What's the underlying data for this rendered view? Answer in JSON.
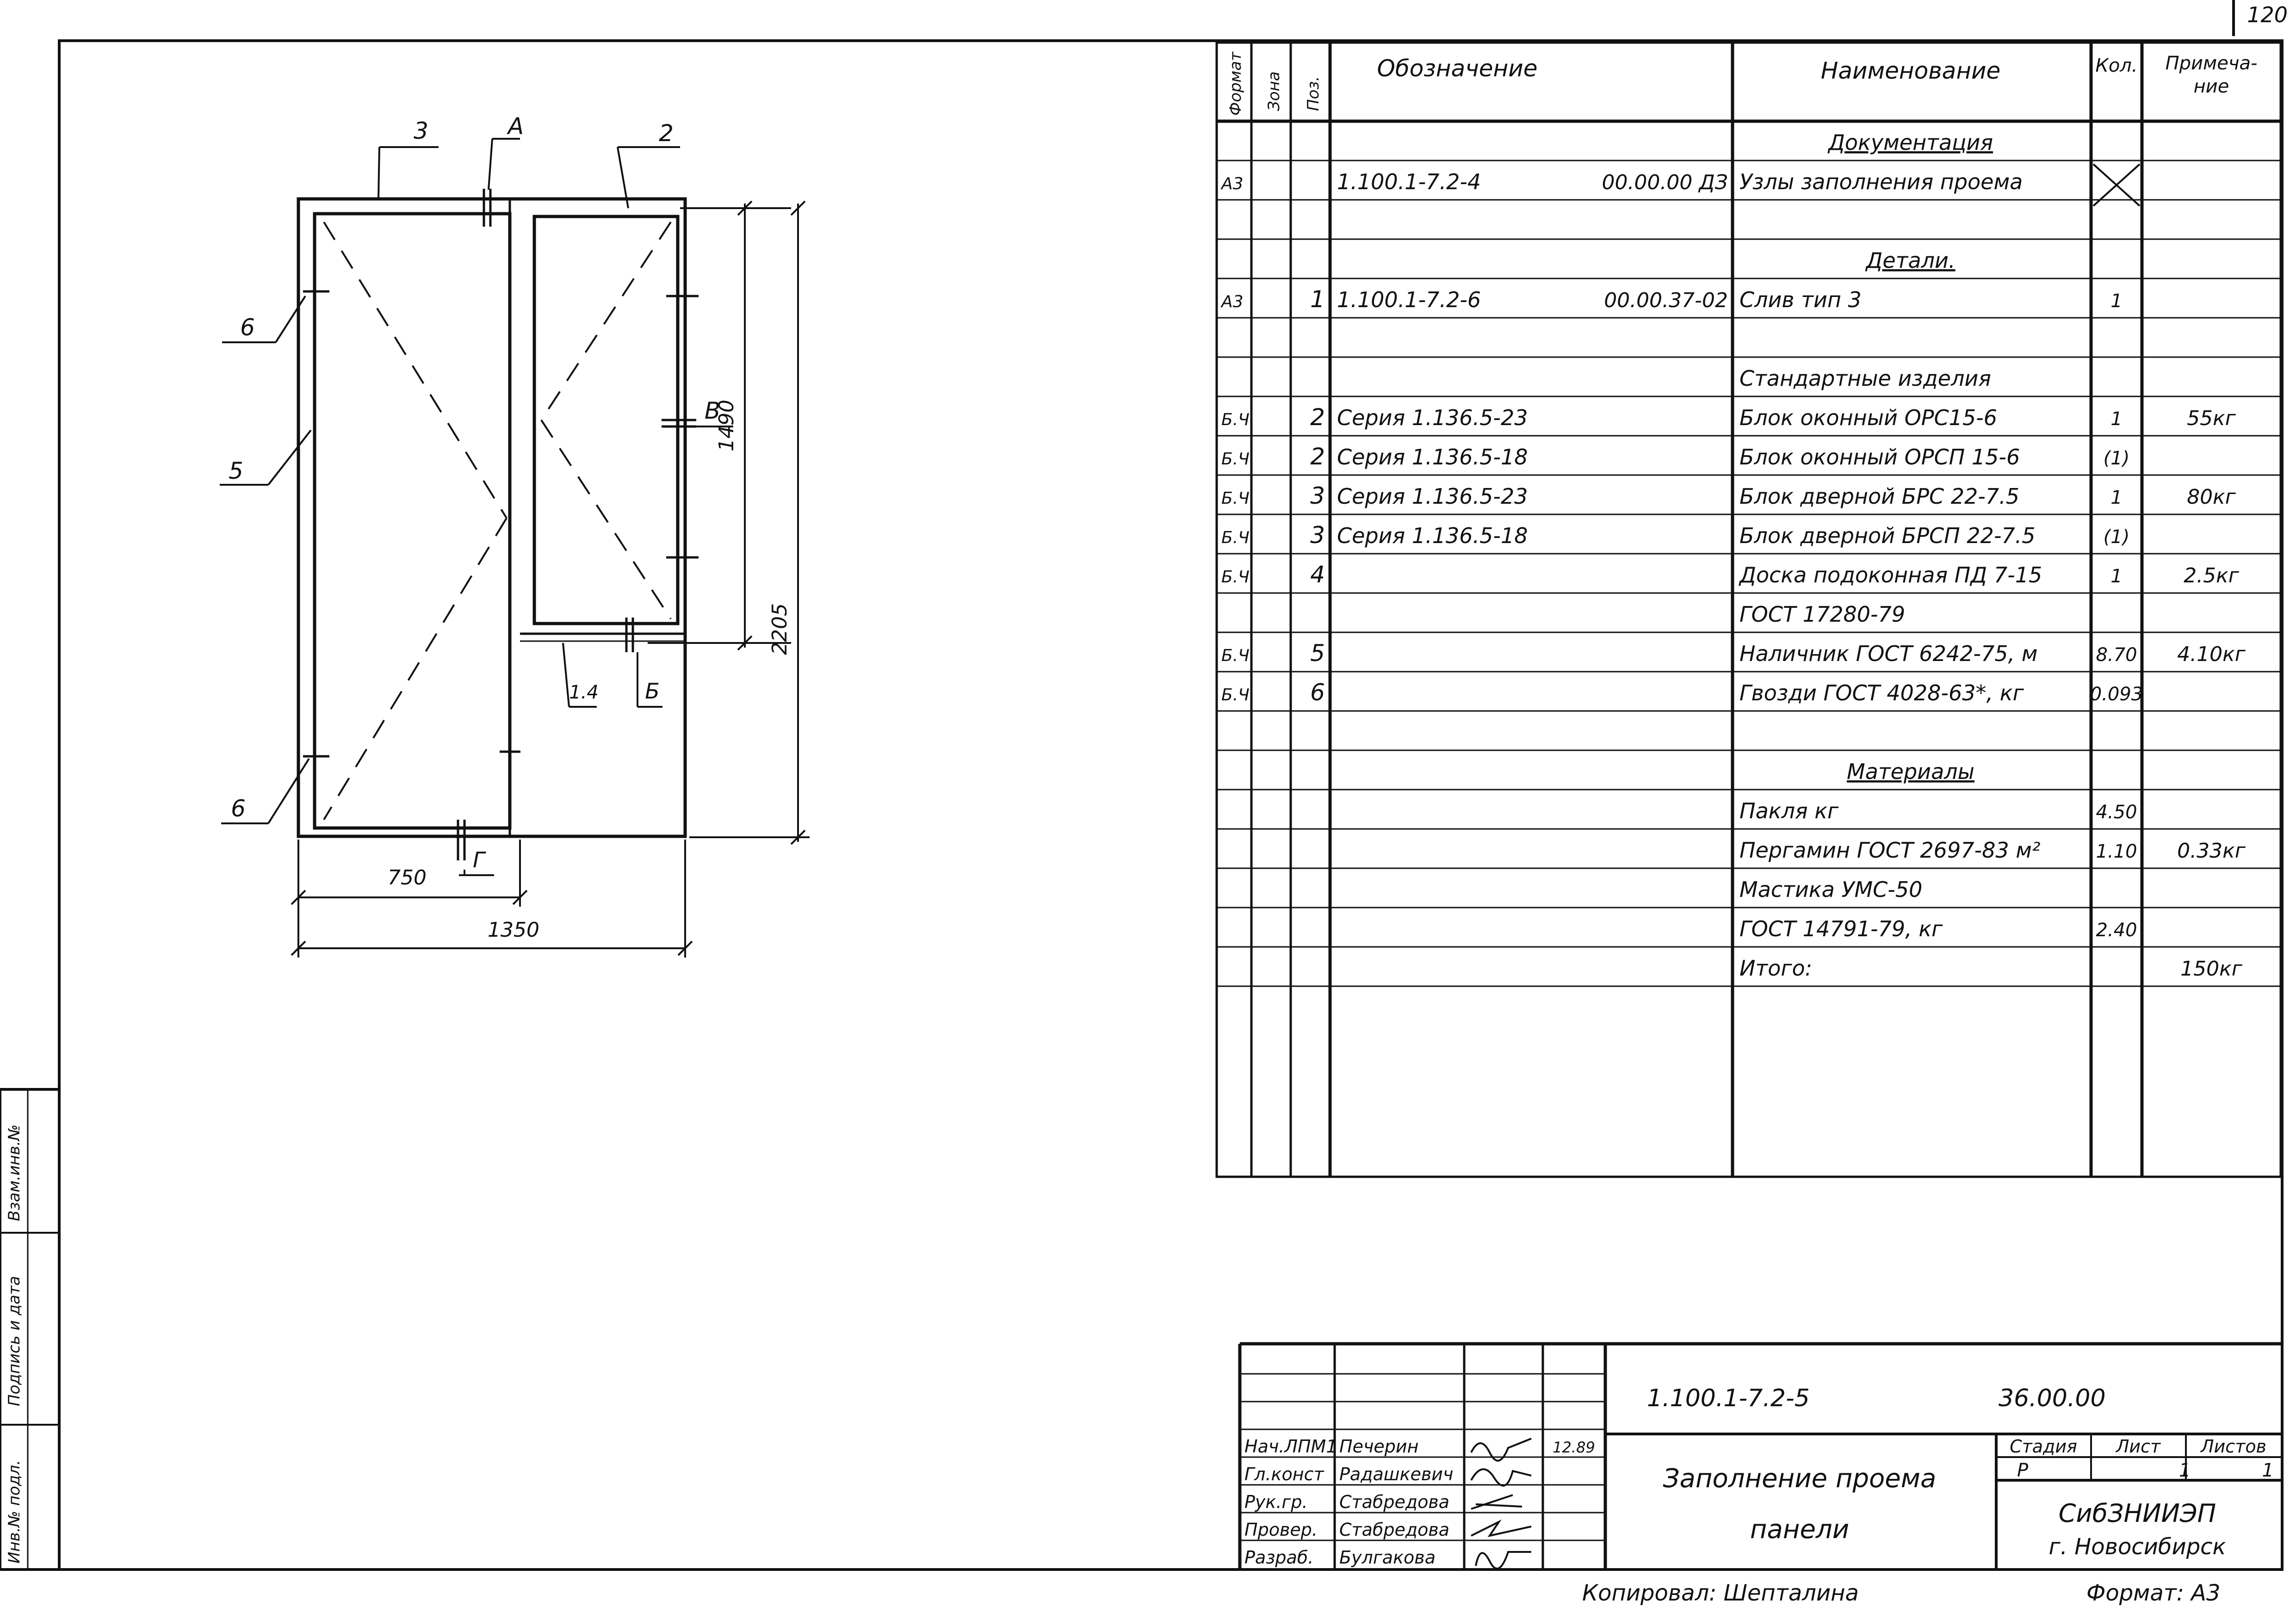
{
  "page_number": "120",
  "drawing": {
    "dim_width_left": "750",
    "dim_width_total": "1350",
    "dim_height_window": "1490",
    "dim_height_total": "2205",
    "callouts": {
      "c3": "3",
      "cA": "A",
      "c2": "2",
      "c6_top": "6",
      "c5": "5",
      "c6_bottom": "6",
      "cB": "В",
      "c14": "1.4",
      "cB2": "Б",
      "cG": "Г"
    }
  },
  "spec": {
    "headers": {
      "format": "Формат",
      "zone": "Зона",
      "pos": "Поз.",
      "designation": "Обозначение",
      "name": "Наименование",
      "qty": "Кол.",
      "note_line1": "Примеча-",
      "note_line2": "ние"
    },
    "rows": [
      {
        "format": "",
        "pos": "",
        "designation": "",
        "code": "",
        "name": "Документация",
        "qty": "",
        "note": "",
        "section": true
      },
      {
        "format": "A3",
        "pos": "",
        "designation": "1.100.1-7.2-4",
        "code": "00.00.00 ДЗ",
        "name": "Узлы заполнения проема",
        "qty": "",
        "note": "",
        "crossed": true
      },
      {
        "format": "",
        "pos": "",
        "designation": "",
        "code": "",
        "name": "",
        "qty": "",
        "note": ""
      },
      {
        "format": "",
        "pos": "",
        "designation": "",
        "code": "",
        "name": "Детали.",
        "qty": "",
        "note": "",
        "section": true
      },
      {
        "format": "A3",
        "pos": "1",
        "designation": "1.100.1-7.2-6",
        "code": "00.00.37-02",
        "name": "Слив тип 3",
        "qty": "1",
        "note": ""
      },
      {
        "format": "",
        "pos": "",
        "designation": "",
        "code": "",
        "name": "",
        "qty": "",
        "note": ""
      },
      {
        "format": "",
        "pos": "",
        "designation": "",
        "code": "",
        "name": "Стандартные изделия",
        "qty": "",
        "note": ""
      },
      {
        "format": "Б.Ч.",
        "pos": "2",
        "designation": "Серия 1.136.5-23",
        "code": "",
        "name": "Блок оконный ОРС15-6",
        "qty": "1",
        "note": "55кг"
      },
      {
        "format": "Б.Ч",
        "pos": "2",
        "designation": "Серия 1.136.5-18",
        "code": "",
        "name": "Блок оконный ОРСП 15-6",
        "qty": "(1)",
        "note": ""
      },
      {
        "format": "Б.Ч.",
        "pos": "3",
        "designation": "Серия 1.136.5-23",
        "code": "",
        "name": "Блок дверной БРС 22-7.5",
        "qty": "1",
        "note": "80кг"
      },
      {
        "format": "Б.Ч.",
        "pos": "3",
        "designation": "Серия 1.136.5-18",
        "code": "",
        "name": "Блок дверной БРСП 22-7.5",
        "qty": "(1)",
        "note": ""
      },
      {
        "format": "Б.Ч",
        "pos": "4",
        "designation": "",
        "code": "",
        "name": "Доска подоконная ПД 7-15",
        "qty": "1",
        "note": "2.5кг"
      },
      {
        "format": "",
        "pos": "",
        "designation": "",
        "code": "",
        "name": "ГОСТ 17280-79",
        "qty": "",
        "note": ""
      },
      {
        "format": "Б.Ч.",
        "pos": "5",
        "designation": "",
        "code": "",
        "name": "Наличник ГОСТ 6242-75, м",
        "qty": "8.70",
        "note": "4.10кг"
      },
      {
        "format": "Б.Ч.",
        "pos": "6",
        "designation": "",
        "code": "",
        "name": "Гвозди ГОСТ 4028-63*,    кг",
        "qty": "0.093",
        "note": ""
      },
      {
        "format": "",
        "pos": "",
        "designation": "",
        "code": "",
        "name": "",
        "qty": "",
        "note": ""
      },
      {
        "format": "",
        "pos": "",
        "designation": "",
        "code": "",
        "name": "Материалы",
        "qty": "",
        "note": "",
        "section": true
      },
      {
        "format": "",
        "pos": "",
        "designation": "",
        "code": "",
        "name": "Пакля                 кг",
        "qty": "4.50",
        "note": ""
      },
      {
        "format": "",
        "pos": "",
        "designation": "",
        "code": "",
        "name": "Пергамин ГОСТ 2697-83    м²",
        "qty": "1.10",
        "note": "0.33кг"
      },
      {
        "format": "",
        "pos": "",
        "designation": "",
        "code": "",
        "name": "Мастика УМС-50",
        "qty": "",
        "note": ""
      },
      {
        "format": "",
        "pos": "",
        "designation": "",
        "code": "",
        "name": "ГОСТ 14791-79, кг",
        "qty": "2.40",
        "note": ""
      },
      {
        "format": "",
        "pos": "",
        "designation": "",
        "code": "",
        "name": "Итого:",
        "qty": "",
        "note": "150кг"
      }
    ]
  },
  "title_block": {
    "designation": "1.100.1-7.2-5",
    "code": "36.00.00",
    "title_line1": "Заполнение проема",
    "title_line2": "панели",
    "stage_label": "Стадия",
    "sheet_label": "Лист",
    "sheets_label": "Листов",
    "stage": "Р",
    "sheet": "1",
    "sheets": "1",
    "org_line1": "СибЗНИИЭП",
    "org_line2": "г. Новосибирск",
    "date": "12.89",
    "signers": [
      {
        "role": "Нач.ЛПМ1",
        "name": "Печерин"
      },
      {
        "role": "Гл.конст",
        "name": "Радашкевич"
      },
      {
        "role": "Рук.гр.",
        "name": "Стабредова"
      },
      {
        "role": "Провер.",
        "name": "Стабредова"
      },
      {
        "role": "Разраб.",
        "name": "Булгакова"
      }
    ]
  },
  "footer": {
    "copied_by": "Копировал: Шепталина",
    "format": "Формат: А3"
  },
  "side_stamp": {
    "col1": "Инв.№ подл.",
    "col2": "Подпись и дата",
    "col3": "Взам.инв.№"
  }
}
